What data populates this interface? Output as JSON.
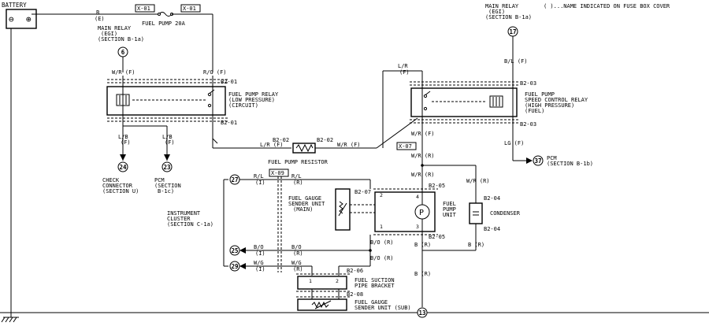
{
  "battery": {
    "label": "BATTERY",
    "neg": "⊖",
    "pos": "⊕"
  },
  "legend": "( )...NAME INDICATED ON FUSE BOX COVER",
  "main_relay_left": {
    "l1": "MAIN RELAY",
    "l2": "(EGI)",
    "l3": "(SECTION B-1a)"
  },
  "main_relay_right": {
    "l1": "MAIN RELAY",
    "l2": "(EGI)",
    "l3": "(SECTION B-1a)"
  },
  "fuse": {
    "code_left": "X-01",
    "code_right": "X-01",
    "label": "FUEL PUMP 20A"
  },
  "wire_b_e": {
    "color": "B",
    "fuse": "(E)"
  },
  "connectors": {
    "c6": "6",
    "c17": "17",
    "c24": "24",
    "c23": "23",
    "c37": "37",
    "c27": "27",
    "c25": "25",
    "c29": "29",
    "c13": "13"
  },
  "relay_low": {
    "l1": "FUEL PUMP RELAY",
    "l2": "(LOW PRESSURE)",
    "l3": "(CIRCUIT)",
    "conn_top": "B2-01",
    "conn_bot": "B2-01"
  },
  "relay_high": {
    "l1": "FUEL PUMP",
    "l2": "SPEED CONTROL RELAY",
    "l3": "(HIGH PRESSURE)",
    "l4": "(FUEL)",
    "conn_top": "B2-03",
    "conn_bot": "B2-03"
  },
  "wires": {
    "wr_f": "W/R (F)",
    "rg_f": "R/G (F)",
    "bl_f": "B/L (F)",
    "lr": "L/R",
    "lr_f": "(F)",
    "lb1": "L/B",
    "lb1f": "(F)",
    "lb2": "L/B",
    "lb2f": "(F)",
    "lr_f2": "L/R (F)",
    "wr_f2": "W/R (F)",
    "wr_f3": "W/R (F)",
    "wr_r": "W/R (R)",
    "wr_r2": "W/R (R)",
    "wr_r3": "W/R (R)",
    "lg_f": "LG (F)",
    "rl_i": "R/L",
    "rl_i2": "(I)",
    "rl_r": "R/L",
    "rl_r2": "(R)",
    "bo_i": "B/O",
    "bo_i2": "(I)",
    "bo_r": "B/O",
    "bo_r2": "(R)",
    "bo_r3": "B/O (R)",
    "bo_r4": "B/O (R)",
    "wg_i": "W/G",
    "wg_i2": "(I)",
    "wg_r": "W/G",
    "wg_r2": "(R)",
    "b_r1": "B (R)",
    "b_r2": "B (R)",
    "b_r3": "B (R)"
  },
  "resistor": {
    "label": "FUEL PUMP RESISTOR",
    "conn_l": "B2-02",
    "conn_r": "B2-02"
  },
  "codes": {
    "x07": "X-07",
    "x09": "X-09"
  },
  "check": {
    "l1": "CHECK",
    "l2": "CONNECTOR",
    "l3": "(SECTION U)"
  },
  "pcm_left": {
    "l1": "PCM",
    "l2": "(SECTION",
    "l3": "B-1c)"
  },
  "pcm_right": {
    "l1": "PCM",
    "l2": "(SECTION B-1b)"
  },
  "cluster": {
    "l1": "INSTRUMENT",
    "l2": "CLUSTER",
    "l3": "(SECTION C-1a)"
  },
  "sender_main": {
    "l1": "FUEL GAUGE",
    "l2": "SENDER UNIT",
    "l3": "(MAIN)",
    "conn": "B2-07"
  },
  "pump": {
    "l1": "FUEL",
    "l2": "PUMP",
    "l3": "UNIT",
    "conn_top": "B2-05",
    "conn_bot": "B2-05",
    "sym": "P"
  },
  "condenser": {
    "label": "CONDENSER",
    "conn_top": "B2-04",
    "conn_bot": "B2-04"
  },
  "bracket": {
    "l1": "FUEL SUCTION",
    "l2": "PIPE BRACKET",
    "conn": "B2-06",
    "p1": "1",
    "p2": "2"
  },
  "sender_sub": {
    "l1": "FUEL GAUGE",
    "l2": "SENDER UNIT (SUB)",
    "conn": "B2-08"
  }
}
